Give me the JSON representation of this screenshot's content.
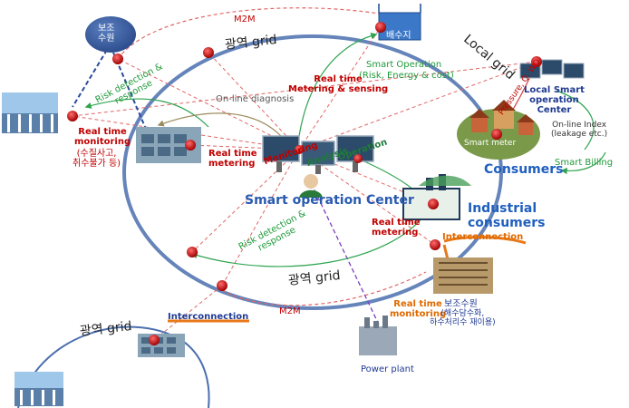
{
  "labels": {
    "m2m_top": "M2M",
    "m2m_bottom": "M2M",
    "grid_top": "광역 grid",
    "grid_bottom": "광역 grid",
    "grid_left_bottom": "광역 grid",
    "local_grid": "Local grid",
    "reservoir": "배수지",
    "aux_source_top": "보조\n수원",
    "smart_operation_title": "Smart Operation",
    "smart_operation_sub": "(Risk, Energy & cost)",
    "online_diagnosis": "On-line diagnosis",
    "risk_detection_top": "Risk detection &\nresponse",
    "risk_detection_bottom": "Risk detection &\nresponse",
    "rt_metering_sensing": "Real time\nMetering & sensing",
    "rt_monitoring_left_title": "Real time\nmonitoring",
    "rt_monitoring_left_sub": "(수질사고,\n취수불가 등)",
    "rt_metering_mid": "Real time\nmetering",
    "rt_metering_right": "Real time\nmetering",
    "rt_monitoring_bottom": "Real time\nmonitoring",
    "smart_operation_center": "Smart operation Center",
    "monitoring": "Monitoring",
    "analysis": "Analysis",
    "operation": "Operation",
    "local_smart_center": "Local Smart\noperation\nCenter",
    "pressure_q_wq": "Pressure, Q, WQ",
    "online_index": "On-line Index\n(leakage etc.)",
    "smart_meter": "Smart meter",
    "consumers": "Consumers",
    "smart_billing": "Smart Billing",
    "industrial_consumers": "Industrial\nconsumers",
    "interconnection_right": "Interconnection",
    "interconnection_left": "Interconnection",
    "aux_source_bottom_title": "보조수원",
    "aux_source_bottom_sub": "(해수담수화,\n하수처리수 재이용)",
    "power_plant": "Power plant"
  },
  "colors": {
    "grid_ring": "#4a6fae",
    "red_node": "#c00000",
    "m2m_line": "#e06666",
    "green_arrow": "#2ea44f",
    "olive_arrow": "#9a8a5a",
    "orange_accent": "#e87a1a",
    "consumers_blue": "#1f5fbf"
  }
}
